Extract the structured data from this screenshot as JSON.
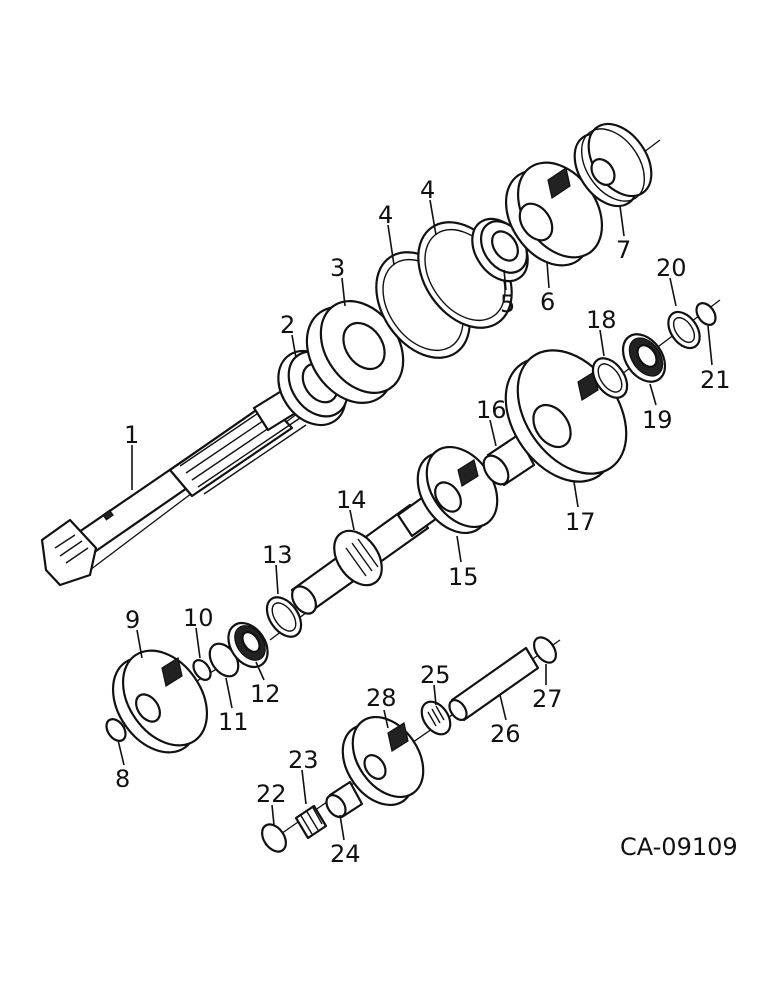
{
  "drawing_code": "CA-09109",
  "callouts": [
    "1",
    "2",
    "3",
    "4",
    "4",
    "5",
    "6",
    "7",
    "8",
    "9",
    "10",
    "11",
    "12",
    "13",
    "14",
    "15",
    "16",
    "17",
    "18",
    "19",
    "20",
    "21",
    "22",
    "23",
    "24",
    "25",
    "26",
    "27",
    "28"
  ]
}
